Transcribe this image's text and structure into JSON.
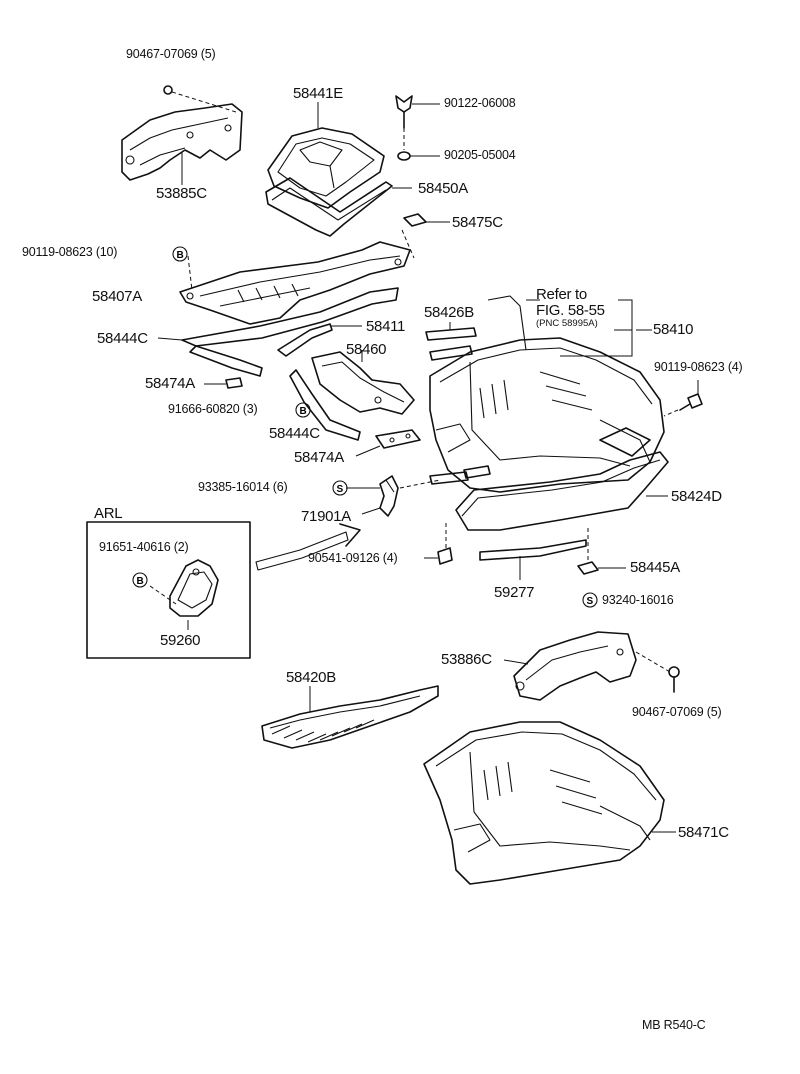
{
  "labels": {
    "p90467_top": "90467-07069 (5)",
    "p58441E": "58441E",
    "p90122": "90122-06008",
    "p90205": "90205-05004",
    "p53885C": "53885C",
    "p58450A": "58450A",
    "p58475C": "58475C",
    "p90119_left": "90119-08623 (10)",
    "p58407A": "58407A",
    "p58426B": "58426B",
    "refer1": "Refer to",
    "refer2": "FIG. 58-55",
    "refer3": "(PNC 58995A)",
    "p58410": "58410",
    "p58444C_top": "58444C",
    "p58411": "58411",
    "p58460": "58460",
    "p90119_right": "90119-08623 (4)",
    "p58474A_top": "58474A",
    "p91666": "91666-60820 (3)",
    "p58444C_mid": "58444C",
    "p58474A_mid": "58474A",
    "p93385": "93385-16014 (6)",
    "p58424D": "58424D",
    "arl": "ARL",
    "p71901A": "71901A",
    "p91651": "91651-40616 (2)",
    "p90541": "90541-09126 (4)",
    "p58445A": "58445A",
    "p59277": "59277",
    "p93240": "93240-16016",
    "p59260": "59260",
    "p53886C": "53886C",
    "p58420B": "58420B",
    "p90467_bottom": "90467-07069 (5)",
    "p58471C": "58471C",
    "footer": "MB R540-C"
  },
  "symbols": {
    "b": "B",
    "s": "S"
  }
}
